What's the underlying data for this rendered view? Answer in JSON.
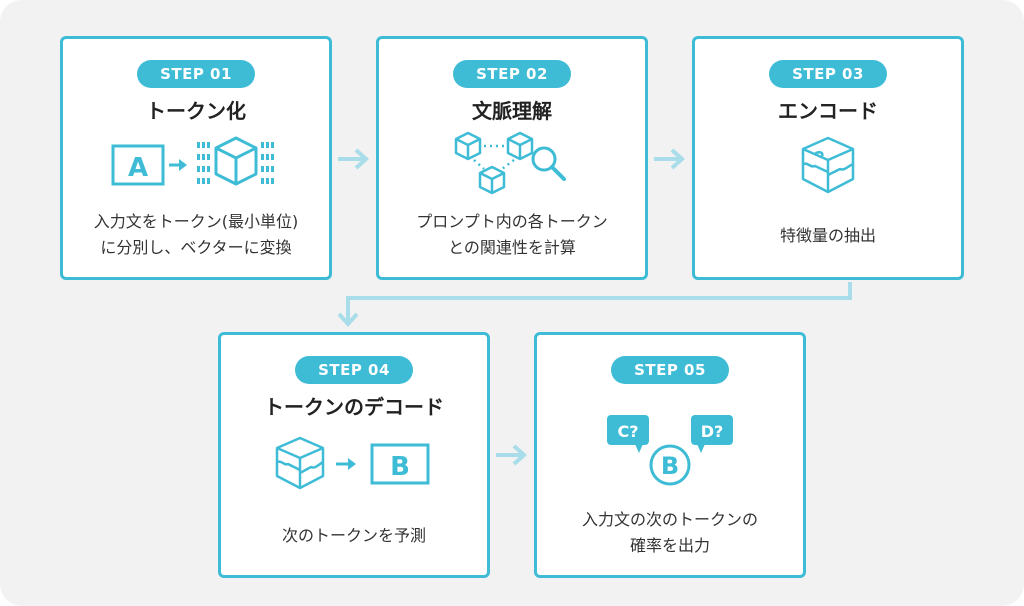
{
  "steps": [
    {
      "badge": "STEP 01",
      "title": "トークン化",
      "desc_lines": [
        "入力文をトークン(最小単位)",
        "に分別し、ベクターに変換"
      ],
      "icon_letter": "A"
    },
    {
      "badge": "STEP 02",
      "title": "文脈理解",
      "desc_lines": [
        "プロンプト内の各トークン",
        "との関連性を計算"
      ]
    },
    {
      "badge": "STEP 03",
      "title": "エンコード",
      "desc_lines": [
        "特徴量の抽出"
      ]
    },
    {
      "badge": "STEP 04",
      "title": "トークンのデコード",
      "desc_lines": [
        "次のトークンを予測"
      ],
      "icon_letter": "B"
    },
    {
      "badge": "STEP 05",
      "title": "",
      "desc_lines": [
        "入力文の次のトークンの",
        "確率を出力"
      ],
      "bubbles": [
        "C?",
        "D?"
      ],
      "circle_letter": "B"
    }
  ],
  "colors": {
    "accent": "#3ebcd6",
    "arrow": "#a9dde9",
    "panel": "#f2f2f2"
  },
  "icons": {
    "step1": [
      "letter-box-icon",
      "arrow-right-icon",
      "binary-cube-icon"
    ],
    "step2": [
      "network-cubes-icon",
      "magnifier-icon"
    ],
    "step3": [
      "puzzle-cube-icon"
    ],
    "step4": [
      "puzzle-cube-icon",
      "arrow-right-icon",
      "letter-box-icon"
    ],
    "step5": [
      "speech-bubble-icon",
      "circle-letter-icon"
    ]
  }
}
